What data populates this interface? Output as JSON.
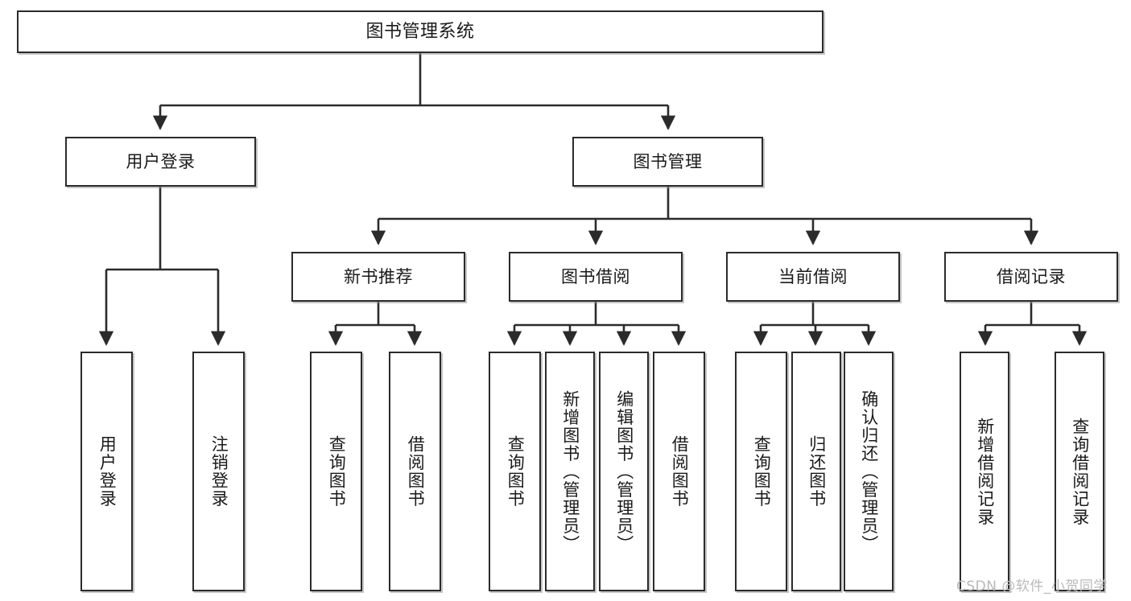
{
  "diagram": {
    "type": "tree-hierarchy",
    "title": "图书管理系统",
    "root": {
      "label": "图书管理系统"
    },
    "level2": [
      {
        "label": "用户登录"
      },
      {
        "label": "图书管理"
      }
    ],
    "level3": [
      {
        "label": "新书推荐"
      },
      {
        "label": "图书借阅"
      },
      {
        "label": "当前借阅"
      },
      {
        "label": "借阅记录"
      }
    ],
    "leaves": {
      "user_login": [
        {
          "label": "用户登录"
        },
        {
          "label": "注销登录"
        }
      ],
      "new_book_recommend": [
        {
          "label": "查询图书"
        },
        {
          "label": "借阅图书"
        }
      ],
      "book_borrow": [
        {
          "label": "查询图书"
        },
        {
          "label": "新增图书（管理员）"
        },
        {
          "label": "编辑图书（管理员）"
        },
        {
          "label": "借阅图书"
        }
      ],
      "current_borrow": [
        {
          "label": "查询图书"
        },
        {
          "label": "归还图书"
        },
        {
          "label": "确认归还（管理员）"
        }
      ],
      "borrow_records": [
        {
          "label": "新增借阅记录"
        },
        {
          "label": "查询借阅记录"
        }
      ]
    }
  },
  "watermark": {
    "text": "CSDN @软件_小贺同学"
  },
  "colors": {
    "stroke": "#2b2b2b",
    "fill": "#ffffff",
    "shadow": "#969696",
    "watermark": "#b9b9b9"
  }
}
